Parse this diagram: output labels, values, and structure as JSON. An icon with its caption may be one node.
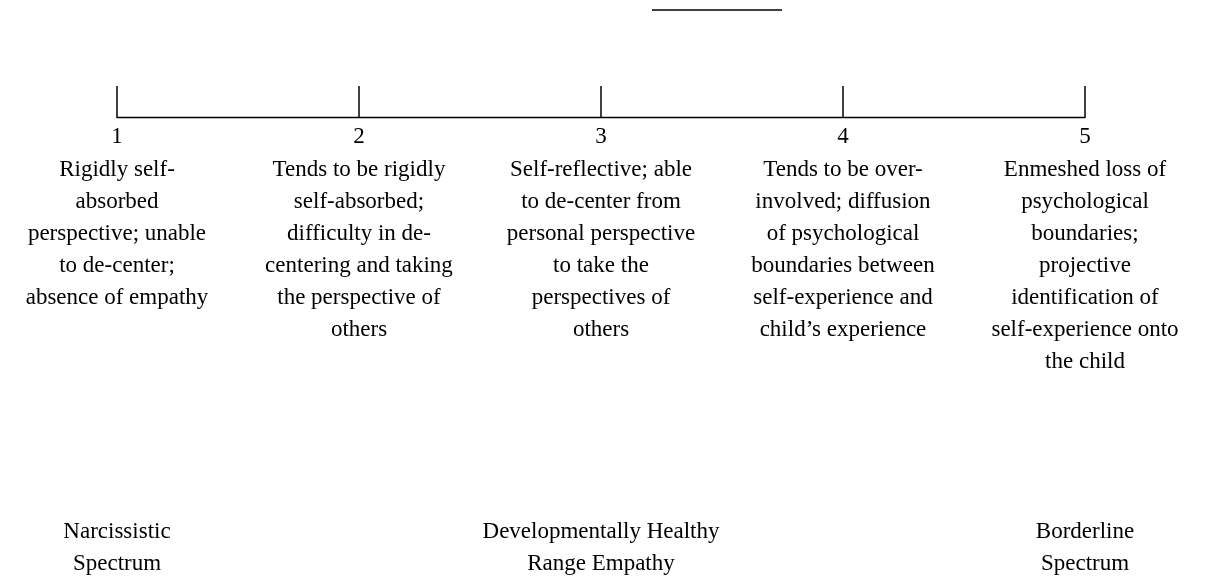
{
  "diagram": {
    "labels": [
      "1",
      "2",
      "3",
      "4",
      "5",
      "Rigidly self-absorbed perspective; unable to de-center; absence of empathy",
      "Tends to be rigidly self-absorbed; difficulty in de-centering and taking the perspective of others",
      "Self-reflective; able to de-center from personal perspective to take the perspectives of others",
      "Tends to be over-involved; diffusion of psychological boundaries between self-experience and child’s experience",
      "Enmeshed loss of psychological boundaries; projective identification of self-experience onto the child",
      "Narcissistic Spectrum",
      "Developmentally Healthy Range Empathy",
      "Borderline Spectrum"
    ]
  }
}
